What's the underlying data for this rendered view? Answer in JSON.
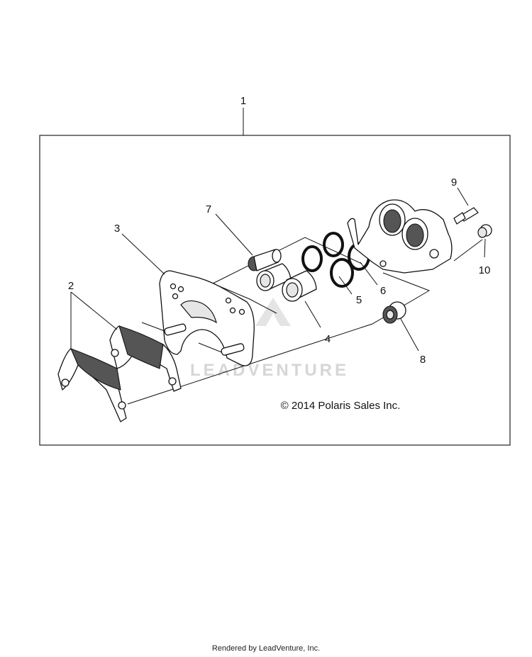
{
  "assembly": {
    "callout": "1"
  },
  "parts": [
    {
      "callout": "2",
      "icon": "brake-pad-icon"
    },
    {
      "callout": "3",
      "icon": "caliper-bracket-icon"
    },
    {
      "callout": "4",
      "icon": "piston-icon"
    },
    {
      "callout": "5",
      "icon": "seal-ring-icon"
    },
    {
      "callout": "6",
      "icon": "seal-ring-icon"
    },
    {
      "callout": "7",
      "icon": "slide-pin-icon"
    },
    {
      "callout": "8",
      "icon": "boot-icon"
    },
    {
      "callout": "9",
      "icon": "bleeder-screw-icon"
    },
    {
      "callout": "10",
      "icon": "bleeder-cap-icon"
    }
  ],
  "copyright": "© 2014 Polaris Sales Inc.",
  "watermark": "LEADVENTURE",
  "footer": "Rendered by LeadVenture, Inc."
}
